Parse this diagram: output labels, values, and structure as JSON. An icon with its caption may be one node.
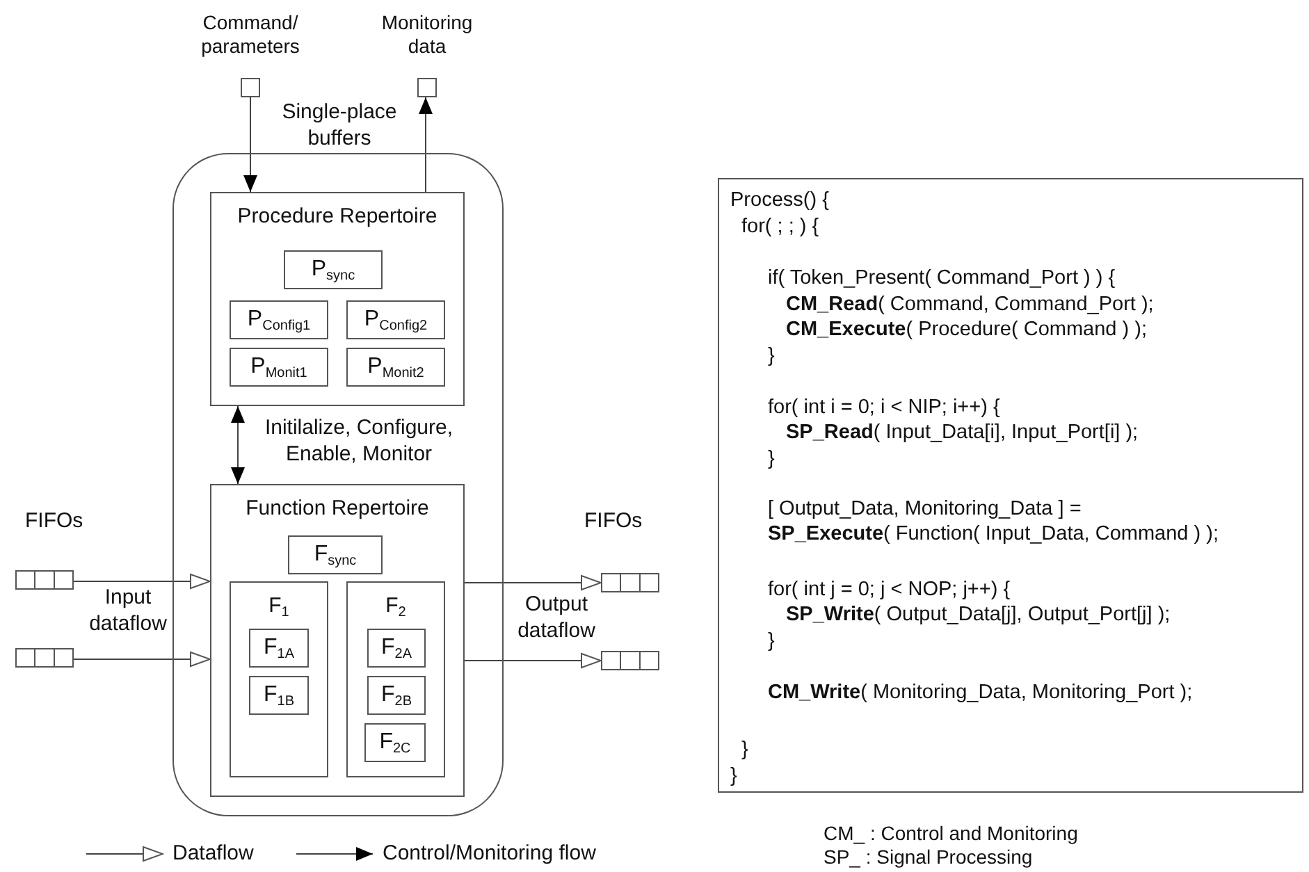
{
  "diagram": {
    "nodes": [
      {
        "text": [],
        "shape": "box"
      },
      {
        "text": [
          "Procedure Repertoire"
        ],
        "in": 0
      },
      {
        "text": [
          "P$_{sync}$"
        ],
        "in": 1
      },
      {
        "text": [
          "P$_{Config1}$"
        ],
        "in": 1
      },
      {
        "text": [
          "P$_{Config2}$"
        ],
        "in": 1
      },
      {
        "text": [
          "P$_{Monit1}$"
        ],
        "in": 1
      },
      {
        "text": [
          "P$_{Monit2}$"
        ],
        "in": 1
      },
      {
        "text": [
          "Function Repertoire"
        ],
        "in": 0
      },
      {
        "text": [
          "F$_{sync}$"
        ],
        "in": 7
      },
      {
        "text": [
          "F$_{1}$"
        ],
        "in": 7
      },
      {
        "text": [
          "F$_{1A}$"
        ],
        "in": 9
      },
      {
        "text": [
          "F$_{1B}$"
        ],
        "in": 9
      },
      {
        "text": [
          "F$_{2}$"
        ],
        "in": 7
      },
      {
        "text": [
          "F$_{2A}$"
        ],
        "in": 12
      },
      {
        "text": [
          "F$_{2B}$"
        ],
        "in": 12
      },
      {
        "text": [
          "F$_{2C}$"
        ],
        "in": 12
      },
      {
        "text": [
          "Command/ parameters"
        ]
      },
      {
        "text": [
          "Monitoring data"
        ]
      },
      {
        "text": [],
        "shape": "box"
      },
      {
        "text": [],
        "shape": "box"
      },
      {
        "text": [],
        "shape": "box"
      },
      {
        "text": [],
        "shape": "box"
      },
      {
        "text": [
          "Process() {",
          "for( ; ; ) {",
          "if( Token_Present( Command_Port ) ) {",
          "**CM_Read**( Command, Command_Port );",
          "**CM_Execute**( Procedure( Command ) );",
          "}",
          "for( int i = 0; i < NIP; i++) {",
          "**SP_Read**( Input_Data[i], Input_Port[i] );",
          "}",
          "[ Output_Data, Monitoring_Data ] =",
          "**SP_Execute**( Function( Input_Data, Command ) );",
          "for( int j = 0; j < NOP; j++) {",
          "**SP_Write**( Output_Data[j], Output_Port[j] );",
          "}",
          "**CM_Write**( Monitoring_Data, Monitoring_Port );",
          "}",
          "}"
        ]
      }
    ],
    "edges": [
      {
        "from": 16,
        "to": 1,
        "arrow": "to"
      },
      {
        "from": 1,
        "to": 17,
        "arrow": "to"
      },
      {
        "from": 1,
        "to": 7,
        "arrow": "both",
        "label": "Initilalize, Configure, Enable, Monitor"
      },
      {
        "from": 18,
        "to": 7,
        "arrow": "to"
      },
      {
        "from": 19,
        "to": 7,
        "arrow": "to"
      },
      {
        "from": 7,
        "to": 20,
        "arrow": "to"
      },
      {
        "from": 7,
        "to": 21,
        "arrow": "to"
      }
    ],
    "labels": [
      "Single-place buffers",
      "FIFOs",
      "Input dataflow",
      "FIFOs",
      "Output dataflow",
      "CM_ : Control and Monitoring",
      "SP_ : Signal Processing"
    ],
    "legend": [
      {
        "text": "Dataflow"
      },
      {
        "text": "Control/Monitoring flow"
      }
    ]
  }
}
